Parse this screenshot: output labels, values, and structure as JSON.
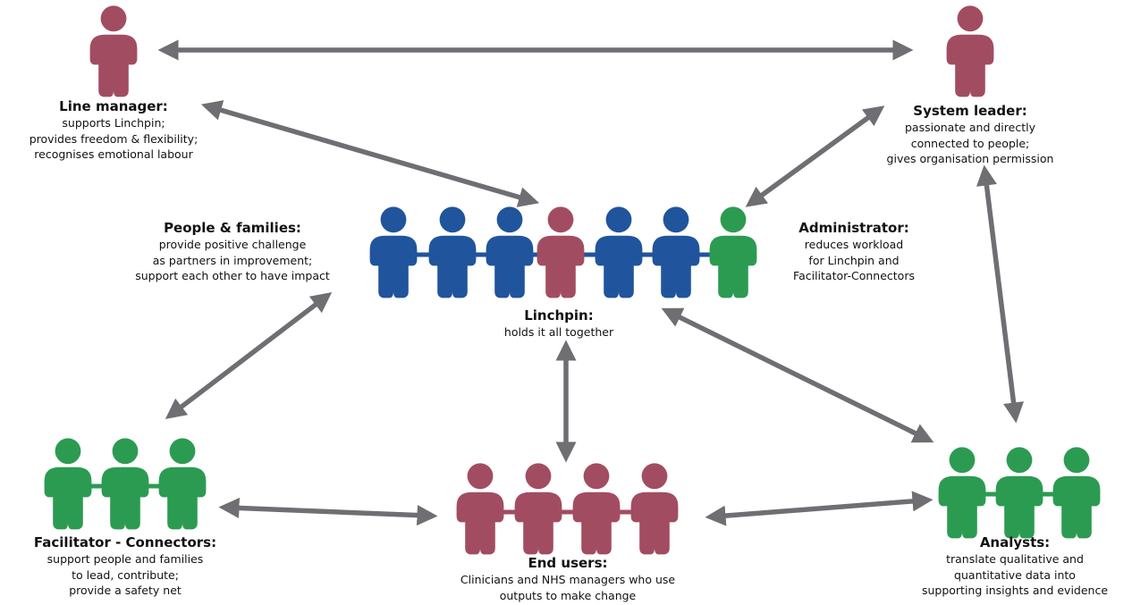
{
  "colors": {
    "maroon": "#a24c62",
    "blue": "#20549c",
    "green": "#2c9b52",
    "arrow": "#6f6f73"
  },
  "icons": {
    "person": "person-icon",
    "arrow": "double-headed-arrow"
  },
  "roles": {
    "line_manager": {
      "title": "Line manager:",
      "lines": [
        "supports Linchpin;",
        "provides freedom & flexibility;",
        "recognises emotional labour"
      ]
    },
    "system_leader": {
      "title": "System leader:",
      "lines": [
        "passionate and directly",
        "connected to people;",
        "gives organisation permission"
      ]
    },
    "people_families": {
      "title": "People & families:",
      "lines": [
        "provide positive challenge",
        "as partners in improvement;",
        "support each other to have impact"
      ]
    },
    "administrator": {
      "title": "Administrator:",
      "lines": [
        "reduces workload",
        "for Linchpin and",
        "Facilitator-Connectors"
      ]
    },
    "linchpin": {
      "title": "Linchpin:",
      "lines": [
        "holds it all together"
      ]
    },
    "facilitator_connectors": {
      "title": "Facilitator - Connectors:",
      "lines": [
        "support people and families",
        "to lead, contribute;",
        "provide a safety net"
      ]
    },
    "end_users": {
      "title": "End users:",
      "lines": [
        "Clinicians and NHS managers who use",
        "outputs to make change"
      ]
    },
    "analysts": {
      "title": "Analysts:",
      "lines": [
        "translate qualitative and",
        "quantitative data into",
        "supporting insights and evidence"
      ]
    }
  }
}
